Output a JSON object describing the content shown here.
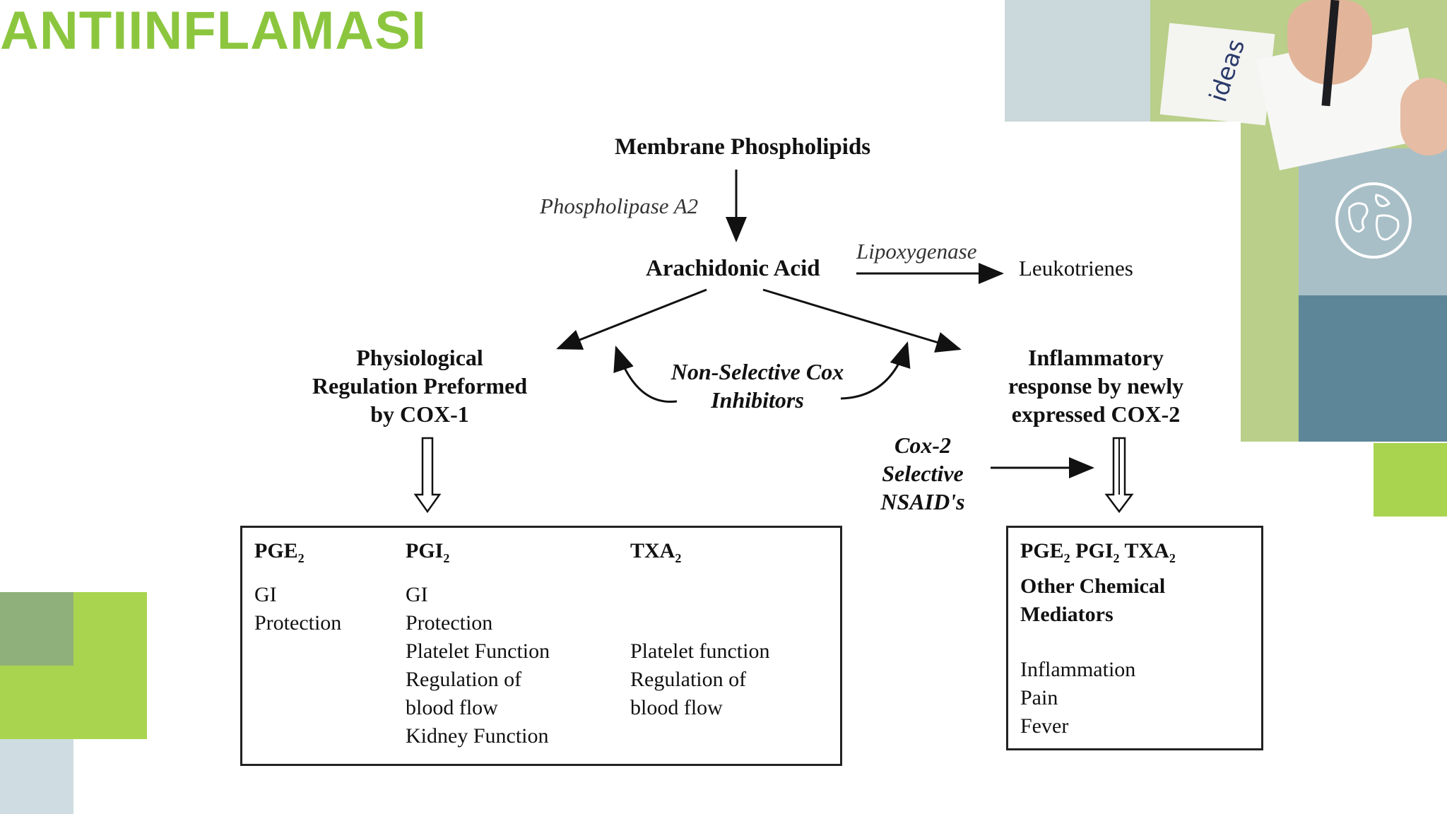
{
  "slide": {
    "title": "ANTIINFLAMASI",
    "accent_color": "#8cc63f",
    "light_green": "#a9d44f",
    "gray_green": "#8fb07a",
    "pale_blue": "#cfdde2",
    "steel_blue": "#5d8799"
  },
  "photo": {
    "note_text": "ideas",
    "icon": "globe-icon"
  },
  "diagram": {
    "top_node": "Membrane Phospholipids",
    "enzyme_pla2": "Phospholipase A2",
    "middle_node": "Arachidonic Acid",
    "enzyme_lox": "Lipoxygenase",
    "leukotrienes": "Leukotrienes",
    "cox1_node": [
      "Physiological",
      "Regulation Preformed",
      "by COX-1"
    ],
    "cox2_node": [
      "Inflammatory",
      "response by newly",
      "expressed COX-2"
    ],
    "nonselective": [
      "Non-Selective Cox",
      "Inhibitors"
    ],
    "cox2_selective": [
      "Cox-2",
      "Selective",
      "NSAID's"
    ],
    "left_box": {
      "col1": {
        "head": "PGE",
        "sub": "2",
        "lines": [
          "GI",
          "Protection"
        ]
      },
      "col2": {
        "head": "PGI",
        "sub": "2",
        "lines": [
          "GI",
          "Protection",
          "Platelet Function",
          "Regulation of",
          "blood flow",
          "Kidney Function"
        ]
      },
      "col3": {
        "head": "TXA",
        "sub": "2",
        "lines": [
          "Platelet function",
          "Regulation of",
          "blood flow"
        ]
      }
    },
    "right_box": {
      "head_parts": [
        "PGE",
        "2",
        " PGI",
        "2",
        " TXA",
        "2"
      ],
      "head_lines": [
        "Other Chemical",
        "Mediators"
      ],
      "lines": [
        "Inflammation",
        "Pain",
        "Fever"
      ]
    }
  }
}
